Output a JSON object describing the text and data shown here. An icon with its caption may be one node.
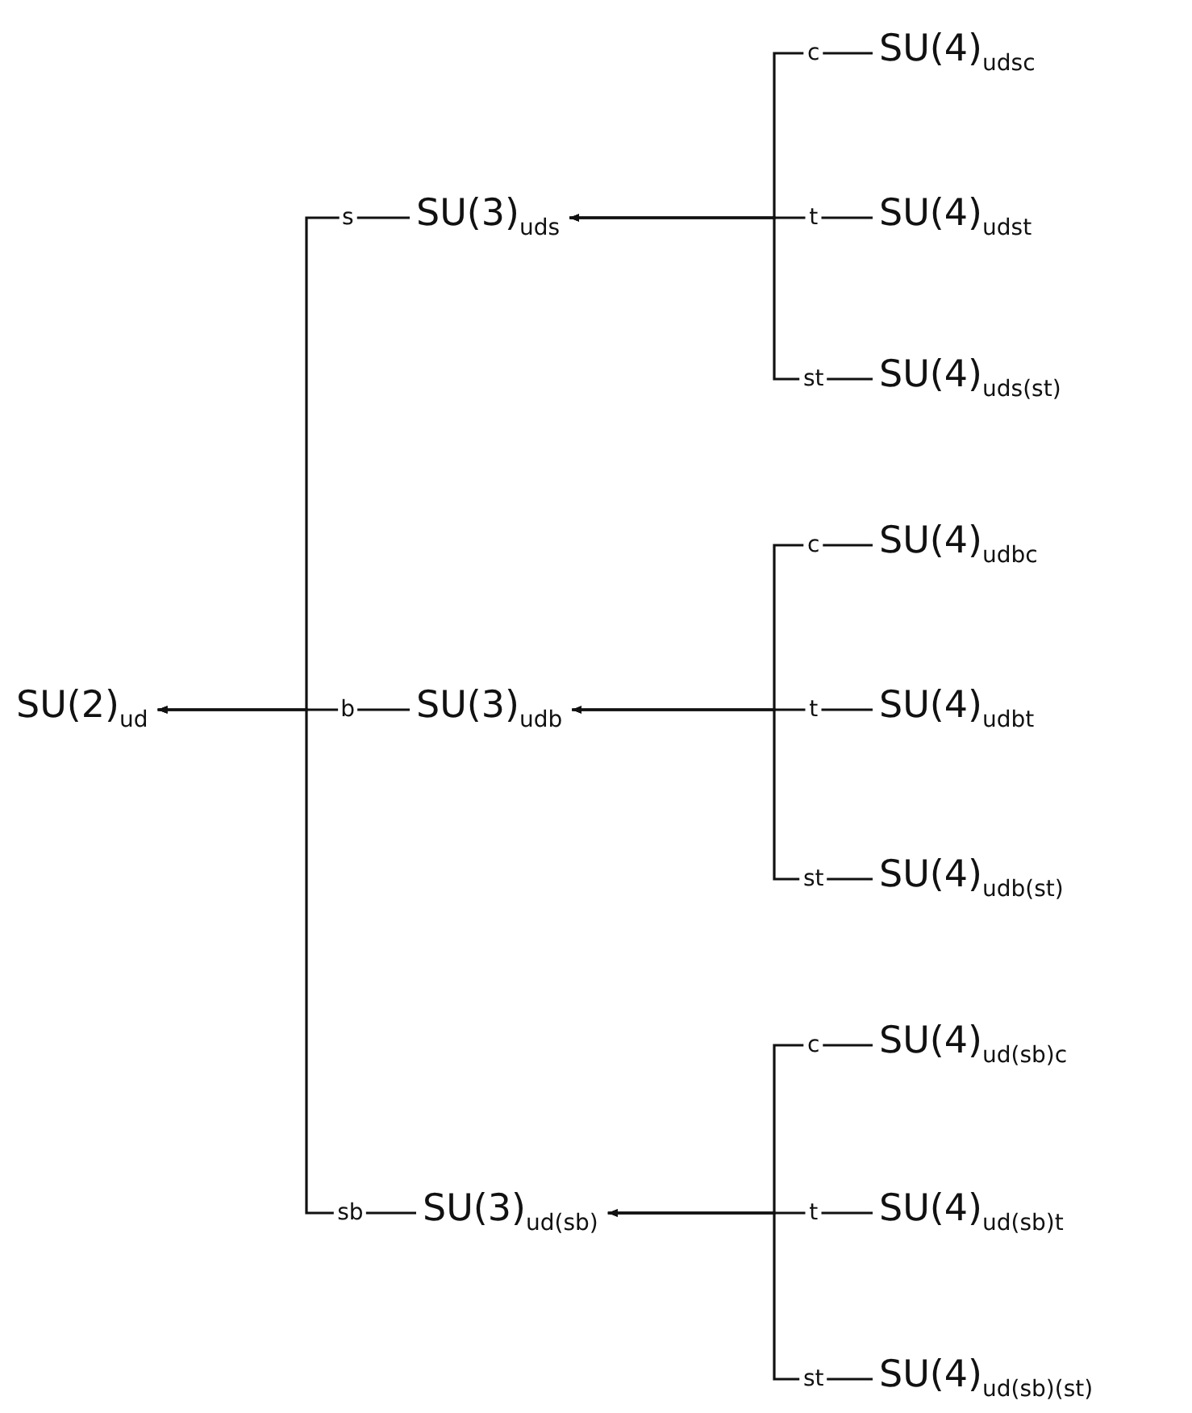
{
  "diagram": {
    "nodes": [
      {
        "text": [
          "SU(2)$_{ud}$"
        ]
      },
      {
        "text": [
          "SU(3)$_{uds}$"
        ]
      },
      {
        "text": [
          "SU(3)$_{udb}$"
        ]
      },
      {
        "text": [
          "SU(3)$_{ud(sb)}$"
        ]
      },
      {
        "text": [
          "SU(4)$_{udsc}$"
        ]
      },
      {
        "text": [
          "SU(4)$_{udst}$"
        ]
      },
      {
        "text": [
          "SU(4)$_{uds(st)}$"
        ]
      },
      {
        "text": [
          "SU(4)$_{udbc}$"
        ]
      },
      {
        "text": [
          "SU(4)$_{udbt}$"
        ]
      },
      {
        "text": [
          "SU(4)$_{udb(st)}$"
        ]
      },
      {
        "text": [
          "SU(4)$_{ud(sb)c}$"
        ]
      },
      {
        "text": [
          "SU(4)$_{ud(sb)t}$"
        ]
      },
      {
        "text": [
          "SU(4)$_{ud(sb)(st)}$"
        ]
      }
    ],
    "edges": [
      {
        "from": 1,
        "to": 0,
        "arrow": "to",
        "label": "s"
      },
      {
        "from": 2,
        "to": 0,
        "arrow": "to",
        "label": "b"
      },
      {
        "from": 3,
        "to": 0,
        "arrow": "to",
        "label": "sb"
      },
      {
        "from": 4,
        "to": 1,
        "arrow": "to",
        "label": "c"
      },
      {
        "from": 5,
        "to": 1,
        "arrow": "to",
        "label": "t"
      },
      {
        "from": 6,
        "to": 1,
        "arrow": "to",
        "label": "st"
      },
      {
        "from": 7,
        "to": 2,
        "arrow": "to",
        "label": "c"
      },
      {
        "from": 8,
        "to": 2,
        "arrow": "to",
        "label": "t"
      },
      {
        "from": 9,
        "to": 2,
        "arrow": "to",
        "label": "st"
      },
      {
        "from": 10,
        "to": 3,
        "arrow": "to",
        "label": "c"
      },
      {
        "from": 11,
        "to": 3,
        "arrow": "to",
        "label": "t"
      },
      {
        "from": 12,
        "to": 3,
        "arrow": "to",
        "label": "st"
      }
    ]
  }
}
